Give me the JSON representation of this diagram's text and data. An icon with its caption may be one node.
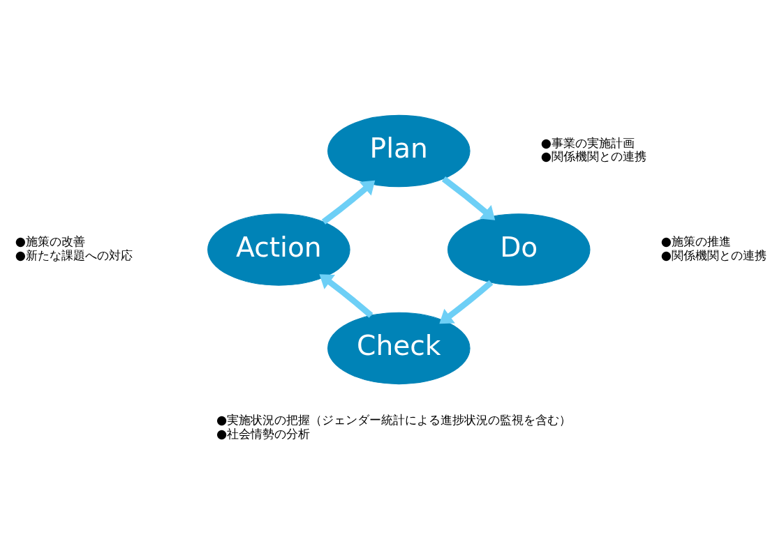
{
  "diagram": {
    "nodes": [
      {
        "text": [
          "Plan"
        ],
        "beside": [
          "●事業の実施計画",
          "●関係機関との連携"
        ]
      },
      {
        "text": [
          "Do"
        ],
        "beside": [
          "●施策の推進",
          "●関係機関との連携"
        ]
      },
      {
        "text": [
          "Check"
        ],
        "beside": [
          "●実施状況の把握（ジェンダー統計による進捗状況の監視を含む）",
          "●社会情勢の分析"
        ]
      },
      {
        "text": [
          "Action"
        ],
        "beside": [
          "●施策の改善",
          "●新たな課題への対応"
        ]
      }
    ],
    "edges": [
      {
        "from": 0,
        "to": 1,
        "arrow": "to"
      },
      {
        "from": 1,
        "to": 2,
        "arrow": "to"
      },
      {
        "from": 2,
        "to": 3,
        "arrow": "to"
      },
      {
        "from": 3,
        "to": 0,
        "arrow": "to"
      }
    ]
  }
}
